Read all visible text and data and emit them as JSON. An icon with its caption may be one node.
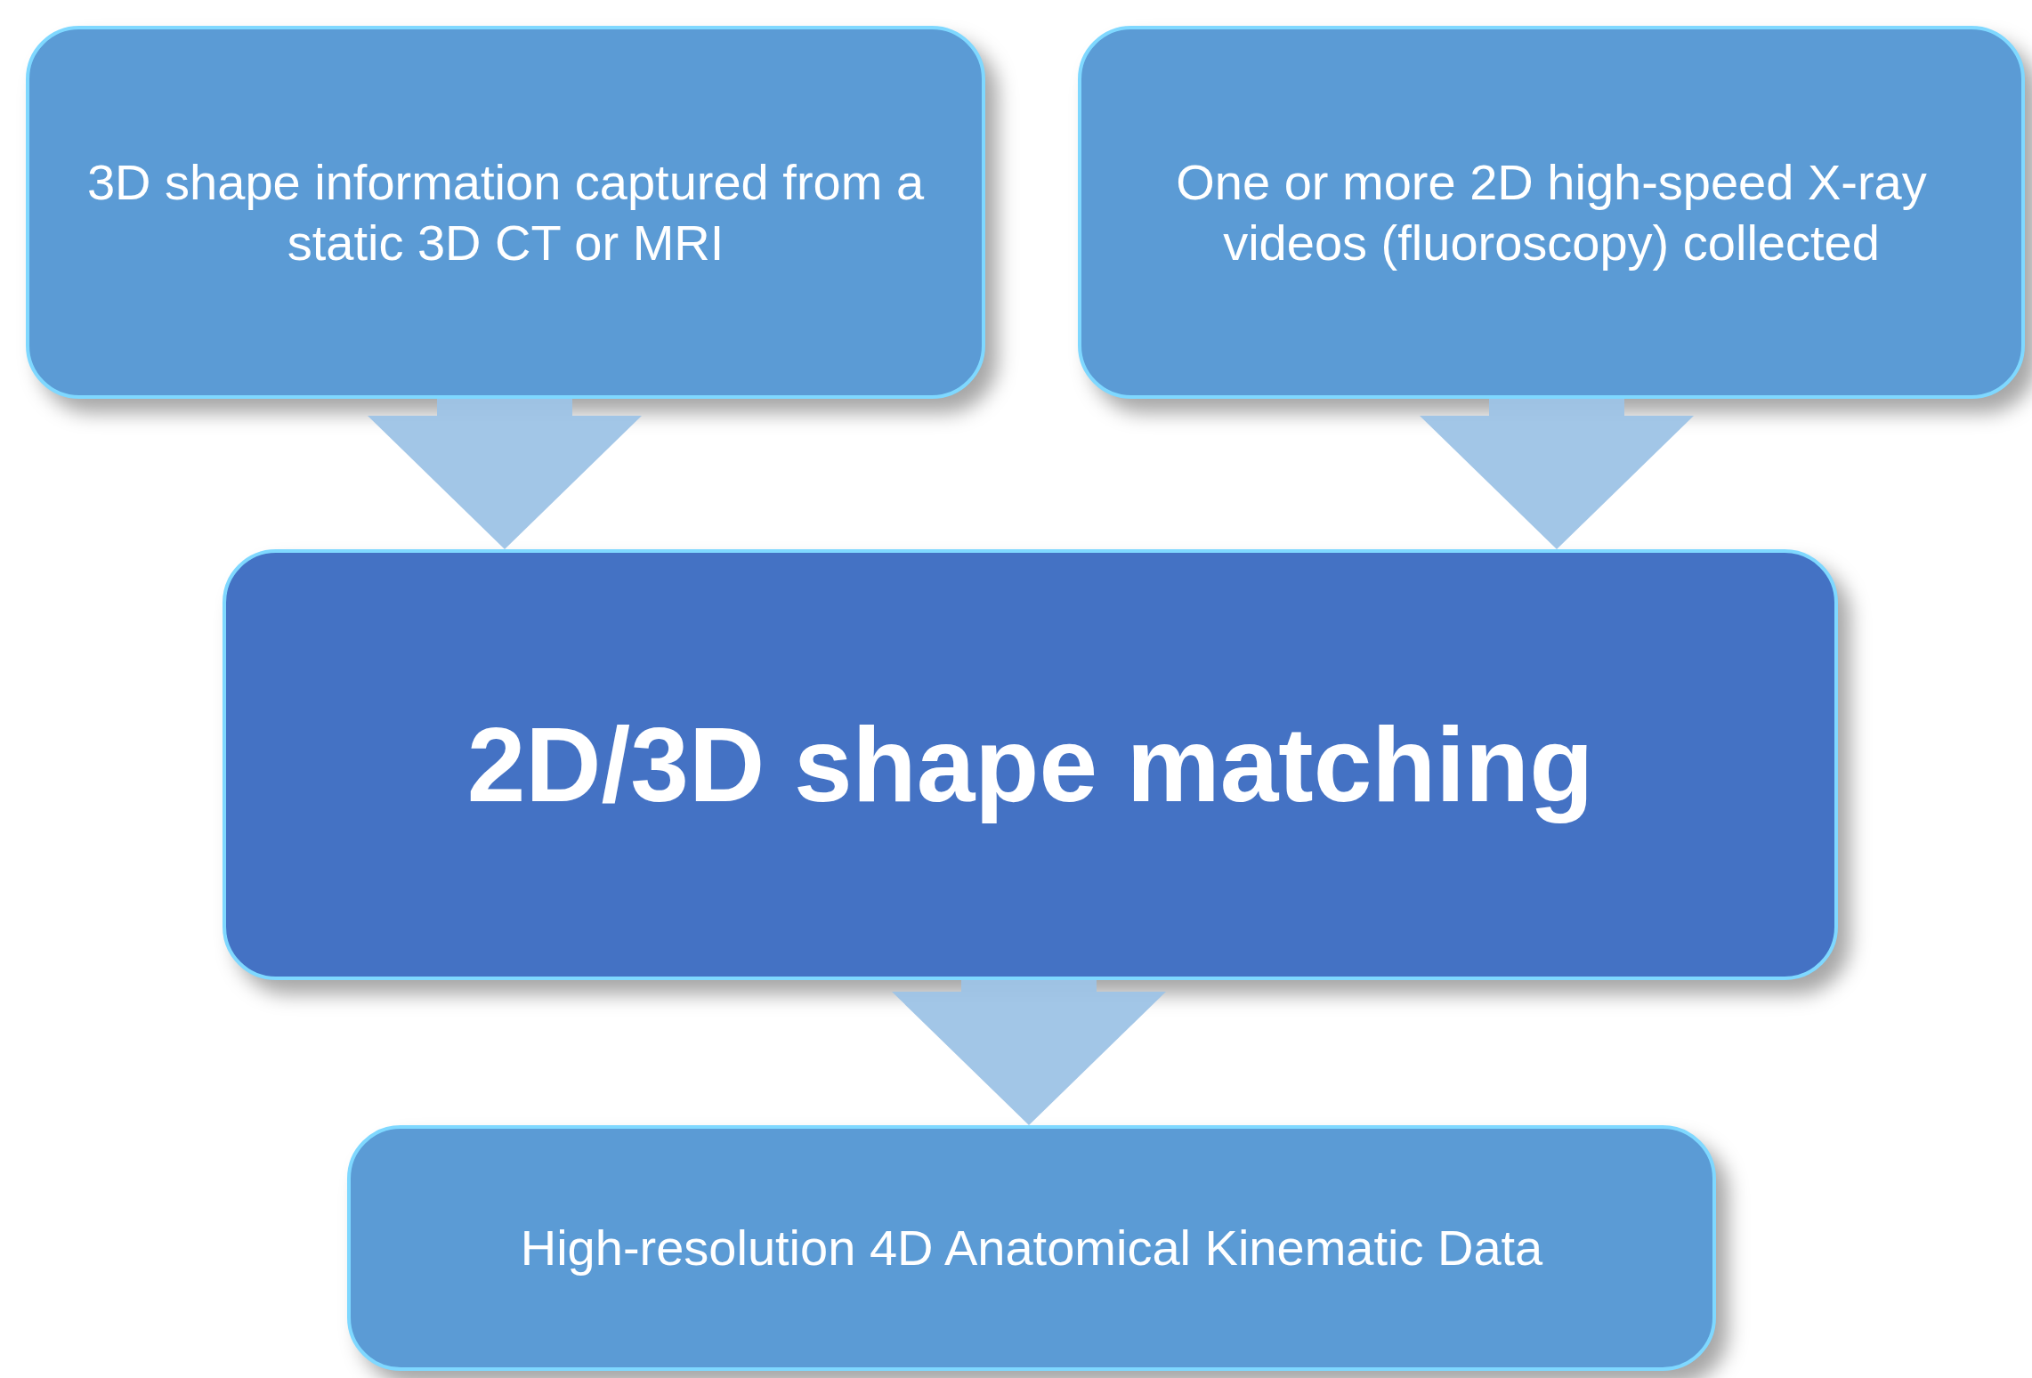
{
  "diagram": {
    "nodes": [
      {
        "text": [
          "3D shape information captured from a static 3D CT or MRI"
        ]
      },
      {
        "text": [
          "One or more 2D high-speed X-ray videos (fluoroscopy) collected"
        ]
      },
      {
        "text": [
          "2D/3D shape matching"
        ]
      },
      {
        "text": [
          "High-resolution 4D Anatomical Kinematic Data"
        ]
      }
    ],
    "edges": [
      {
        "from": 0,
        "to": 2,
        "arrow": "to"
      },
      {
        "from": 1,
        "to": 2,
        "arrow": "to"
      },
      {
        "from": 2,
        "to": 3,
        "arrow": "to"
      }
    ]
  }
}
